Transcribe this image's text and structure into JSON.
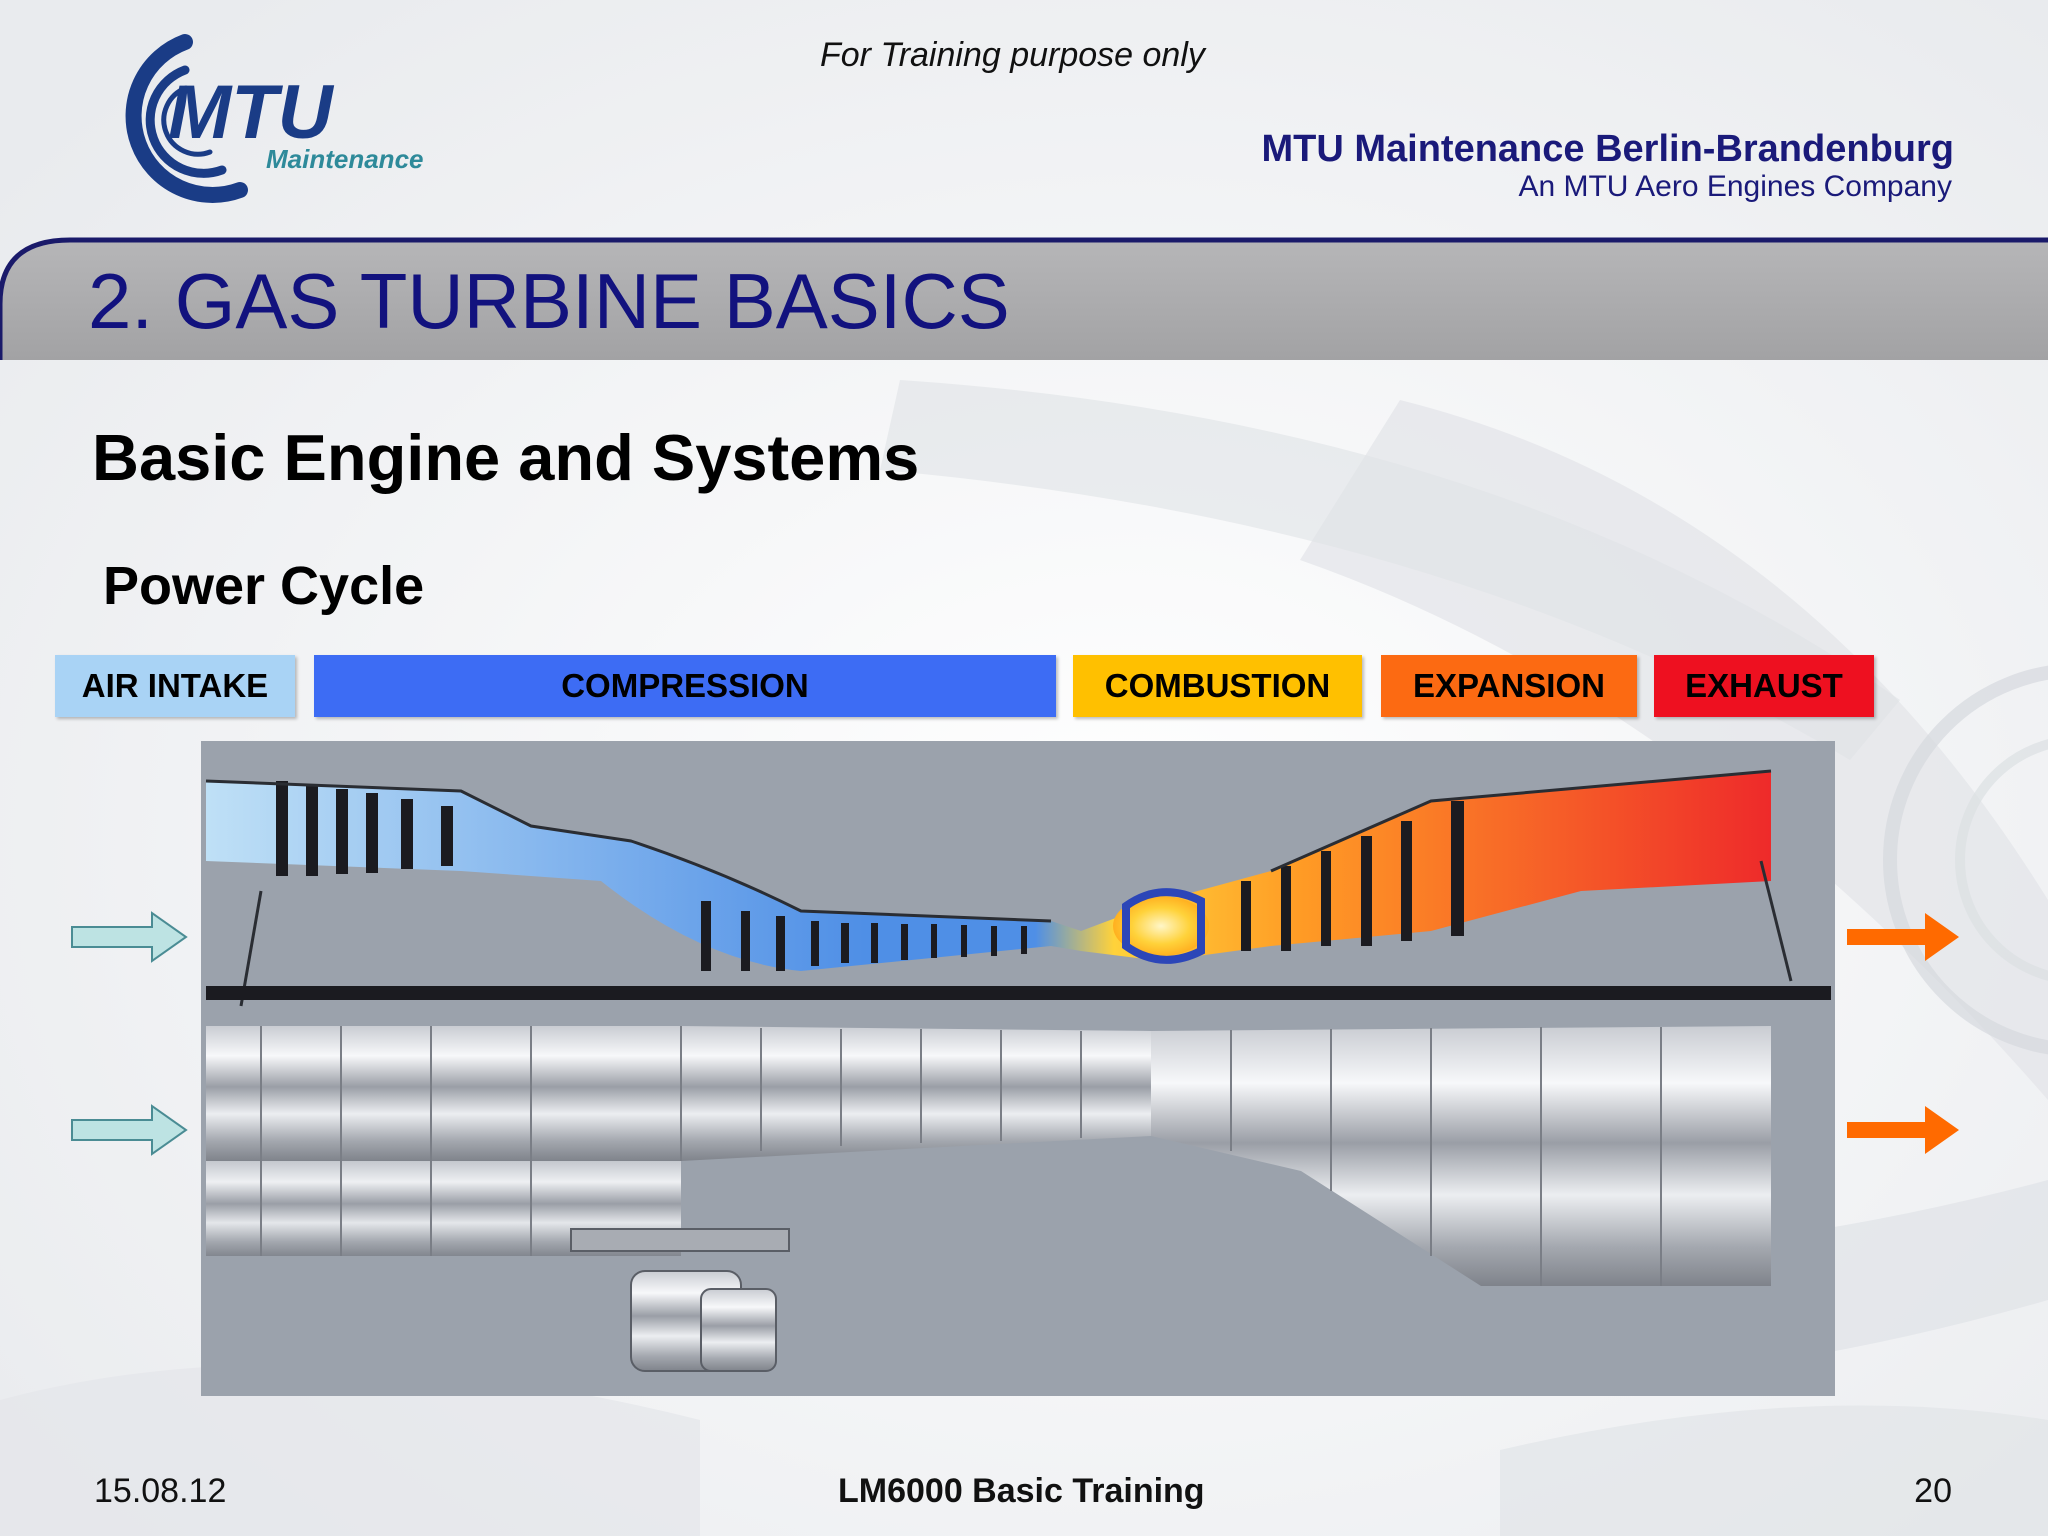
{
  "header": {
    "training_note": "For Training purpose only",
    "logo": {
      "brand": "MTU",
      "subtitle": "Maintenance"
    },
    "company_name": "MTU Maintenance Berlin-Brandenburg",
    "company_sub": "An MTU Aero Engines Company"
  },
  "section_title": "2. GAS TURBINE BASICS",
  "heading": "Basic Engine and Systems",
  "subheading": "Power Cycle",
  "stages": [
    {
      "label": "AIR INTAKE",
      "color": "#a9d3f5"
    },
    {
      "label": "COMPRESSION",
      "color": "#3d6cf4"
    },
    {
      "label": "COMBUSTION",
      "color": "#ffc000"
    },
    {
      "label": "EXPANSION",
      "color": "#fc6a12"
    },
    {
      "label": "EXHAUST",
      "color": "#ee1020"
    }
  ],
  "arrows": {
    "inlet": {
      "icon": "right-arrow-icon",
      "color": "#bde3e3"
    },
    "outlet": {
      "icon": "right-arrow-icon",
      "color": "#ff6a00"
    }
  },
  "footer": {
    "date": "15.08.12",
    "title": "LM6000 Basic Training",
    "page": "20"
  },
  "colors": {
    "brand_navy": "#1a1a7a",
    "title_band": "#a9a9ab"
  }
}
